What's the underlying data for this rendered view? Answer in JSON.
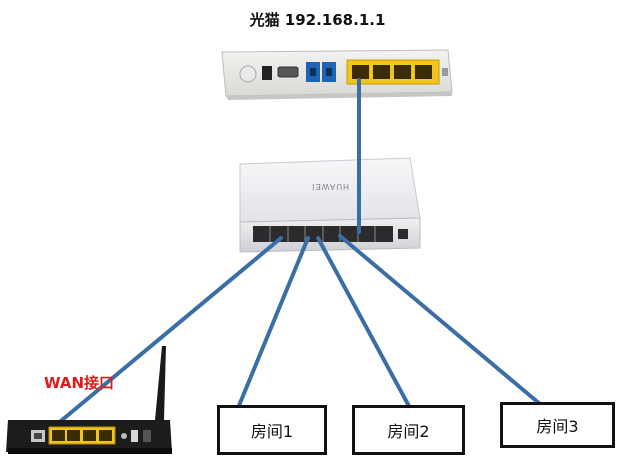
{
  "modem": {
    "label": "光猫 192.168.1.1",
    "port_color": "#f2c51d",
    "phone_port_color": "#1f63b5"
  },
  "switch": {
    "brand": "HUAWEI"
  },
  "router": {
    "wan_label": "WAN接口",
    "wan_label_color": "#e01a1a"
  },
  "rooms": [
    {
      "label": "房间1"
    },
    {
      "label": "房间2"
    },
    {
      "label": "房间3"
    }
  ],
  "cable_color": "#3c6ea6"
}
